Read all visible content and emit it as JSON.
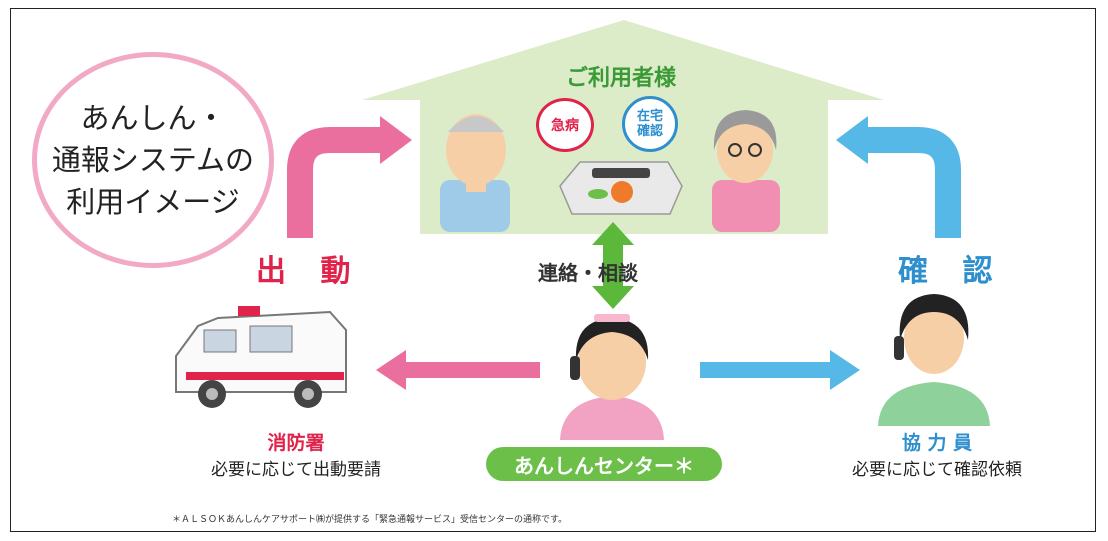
{
  "title": {
    "lines": [
      "あんしん・",
      "通報システムの",
      "利用イメージ"
    ]
  },
  "house": {
    "label": "ご利用者様",
    "badges": {
      "emergency": "急病",
      "home_check_1": "在宅",
      "home_check_2": "確認"
    }
  },
  "contact_label": "連絡・相談",
  "left_action": "出 動",
  "right_action": "確 認",
  "left_party": {
    "name": "消防署",
    "desc": "必要に応じて出動要請"
  },
  "right_party": {
    "name": "協 力 員",
    "desc": "必要に応じて確認依頼"
  },
  "center_label": "あんしんセンター＊",
  "footnote": "＊ＡＬＳＯＫあんしんケアサポート㈱が提供する「緊急通報サービス」受信センターの通称です。",
  "colors": {
    "house": "#dcebc8",
    "green": "#6cc04a",
    "pink": "#e46a9c",
    "blue": "#4fb6e6",
    "red": "#e0234a"
  }
}
